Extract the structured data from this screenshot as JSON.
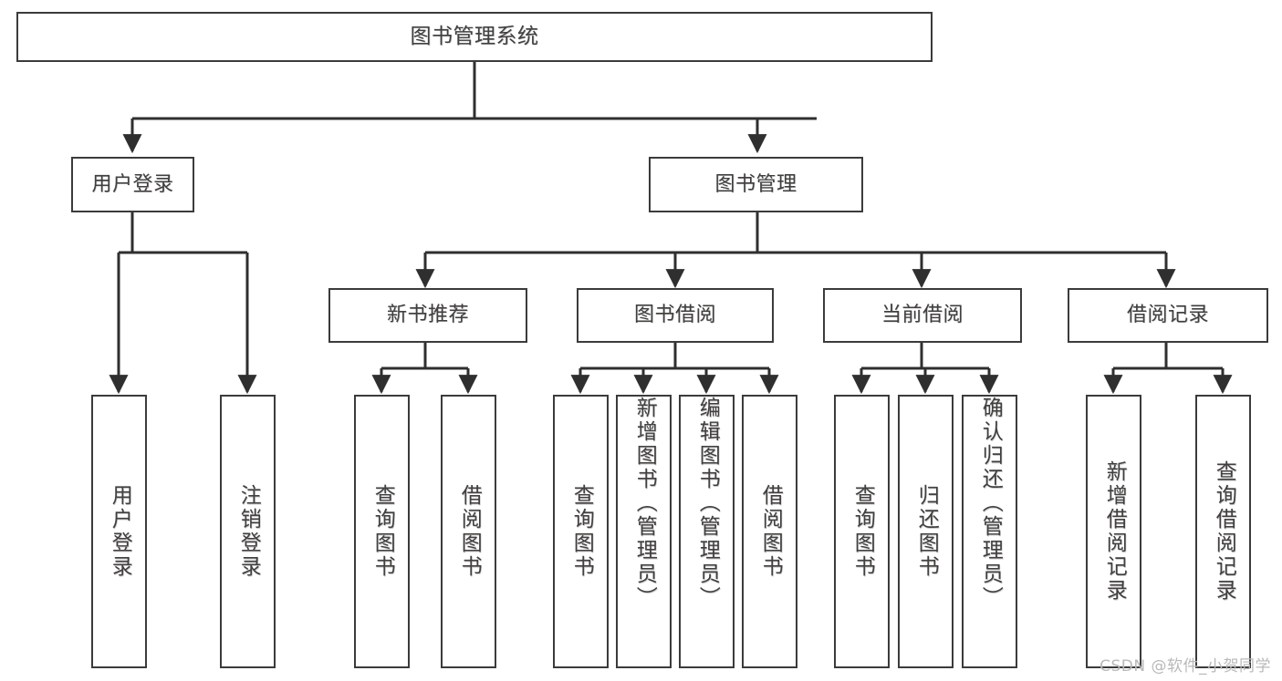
{
  "diagram": {
    "type": "tree-hierarchy-chart",
    "title": "图书管理系统",
    "colors": {
      "box_border": "#3b3b3b",
      "box_fill": "#ffffff",
      "text": "#41403f",
      "connector": "#2f2f2f",
      "watermark": "#b9b9b9",
      "background": "#ffffff"
    },
    "root": {
      "label": "图书管理系统"
    },
    "level1": [
      {
        "label": "用户登录"
      },
      {
        "label": "图书管理"
      }
    ],
    "level2": [
      {
        "label": "新书推荐"
      },
      {
        "label": "图书借阅"
      },
      {
        "label": "当前借阅"
      },
      {
        "label": "借阅记录"
      }
    ],
    "leaves": {
      "user_login": [
        {
          "label": "用户登录"
        },
        {
          "label": "注销登录"
        }
      ],
      "new_book_recommend": [
        {
          "label": "查询图书"
        },
        {
          "label": "借阅图书"
        }
      ],
      "book_borrow": [
        {
          "label": "查询图书"
        },
        {
          "label": "新增图书（管理员）"
        },
        {
          "label": "编辑图书（管理员）"
        },
        {
          "label": "借阅图书"
        }
      ],
      "current_borrow": [
        {
          "label": "查询图书"
        },
        {
          "label": "归还图书"
        },
        {
          "label": "确认归还（管理员）"
        }
      ],
      "borrow_record": [
        {
          "label": "新增借阅记录"
        },
        {
          "label": "查询借阅记录"
        }
      ]
    },
    "watermark": "CSDN @软件_小贺同学"
  }
}
